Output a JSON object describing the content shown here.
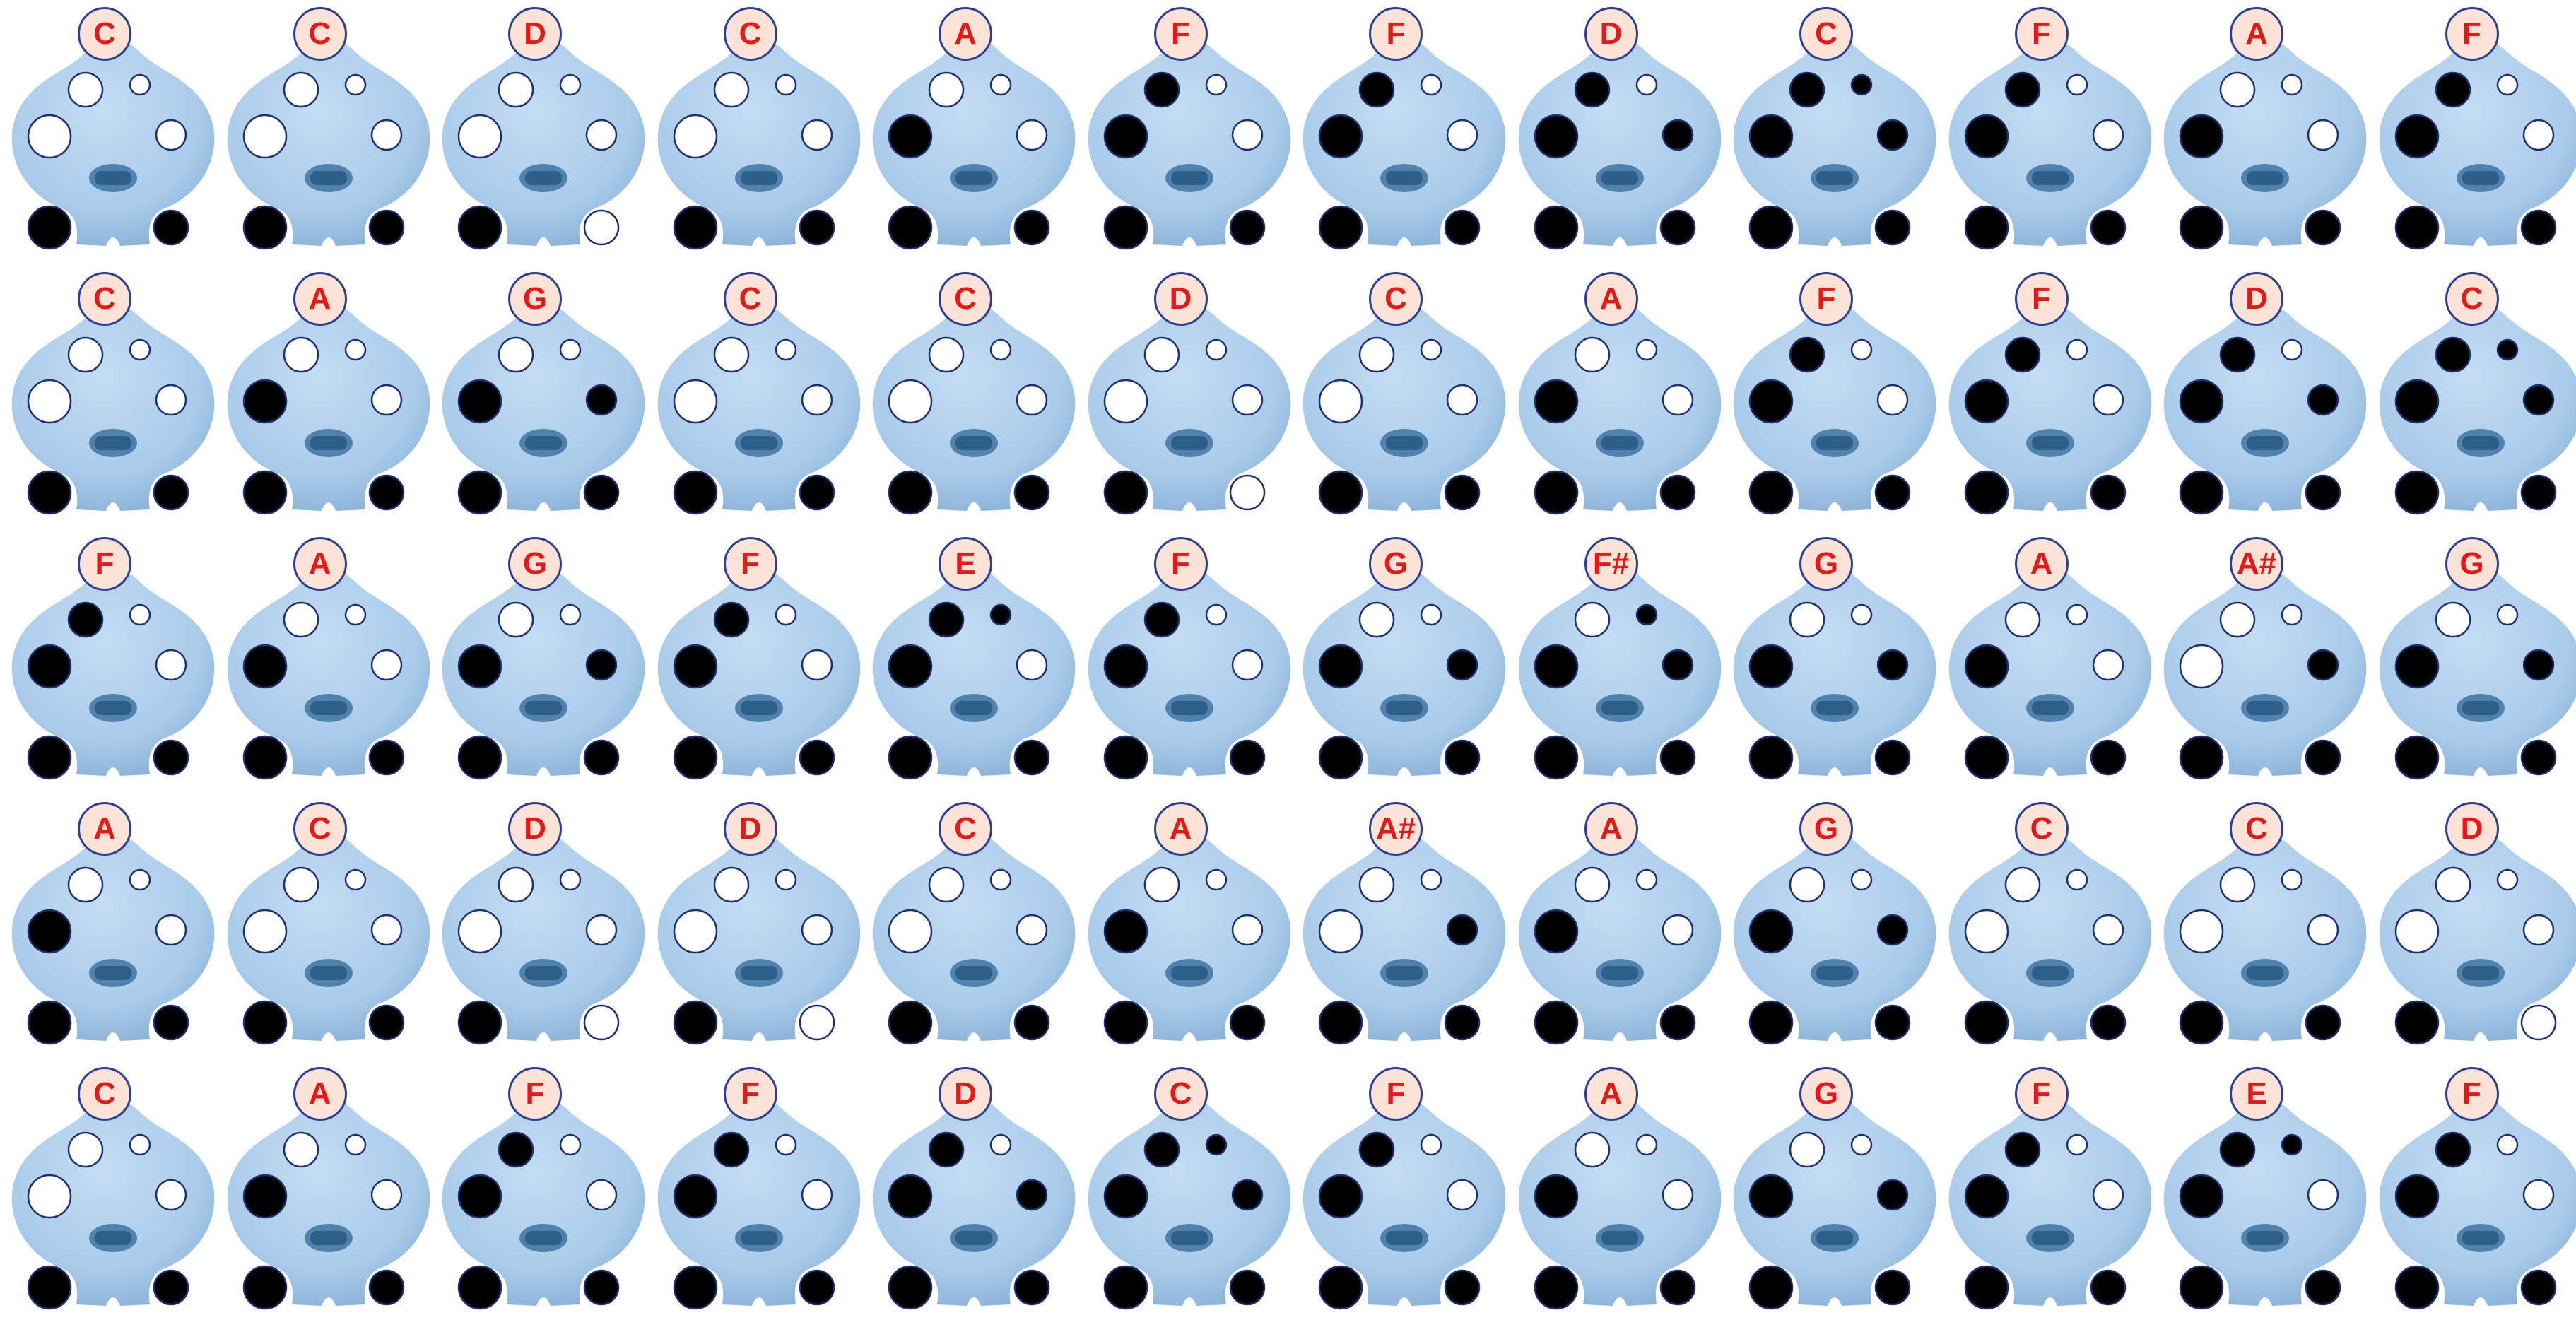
{
  "colors": {
    "body": "#a9cbe9",
    "body_shade": "#7fa9d2",
    "mouthpiece": "#2e5f88",
    "hole_closed": "#000000",
    "hole_open": "#ffffff",
    "hole_outline": "#1f2f6f",
    "label_fill": "#fbe3d6",
    "label_text": "#e81818"
  },
  "legend": {
    "hole_order": [
      "upper-left-large",
      "upper-right-small",
      "middle-left-large",
      "middle-right",
      "bottom-left-thumb",
      "bottom-right-thumb"
    ],
    "state_1": "closed",
    "state_0": "open"
  },
  "rows": [
    [
      {
        "note": "C",
        "holes": [
          0,
          0,
          0,
          0,
          1,
          1
        ]
      },
      {
        "note": "C",
        "holes": [
          0,
          0,
          0,
          0,
          1,
          1
        ]
      },
      {
        "note": "D",
        "holes": [
          0,
          0,
          0,
          0,
          1,
          0
        ]
      },
      {
        "note": "C",
        "holes": [
          0,
          0,
          0,
          0,
          1,
          1
        ]
      },
      {
        "note": "A",
        "holes": [
          0,
          0,
          1,
          0,
          1,
          1
        ]
      },
      {
        "note": "F",
        "holes": [
          1,
          0,
          1,
          0,
          1,
          1
        ]
      },
      {
        "note": "F",
        "holes": [
          1,
          0,
          1,
          0,
          1,
          1
        ]
      },
      {
        "note": "D",
        "holes": [
          1,
          0,
          1,
          1,
          1,
          1
        ]
      },
      {
        "note": "C",
        "holes": [
          1,
          1,
          1,
          1,
          1,
          1
        ]
      },
      {
        "note": "F",
        "holes": [
          1,
          0,
          1,
          0,
          1,
          1
        ]
      },
      {
        "note": "A",
        "holes": [
          0,
          0,
          1,
          0,
          1,
          1
        ]
      },
      {
        "note": "F",
        "holes": [
          1,
          0,
          1,
          0,
          1,
          1
        ]
      }
    ],
    [
      {
        "note": "C",
        "holes": [
          0,
          0,
          0,
          0,
          1,
          1
        ]
      },
      {
        "note": "A",
        "holes": [
          0,
          0,
          1,
          0,
          1,
          1
        ]
      },
      {
        "note": "G",
        "holes": [
          0,
          0,
          1,
          1,
          1,
          1
        ]
      },
      {
        "note": "C",
        "holes": [
          0,
          0,
          0,
          0,
          1,
          1
        ]
      },
      {
        "note": "C",
        "holes": [
          0,
          0,
          0,
          0,
          1,
          1
        ]
      },
      {
        "note": "D",
        "holes": [
          0,
          0,
          0,
          0,
          1,
          0
        ]
      },
      {
        "note": "C",
        "holes": [
          0,
          0,
          0,
          0,
          1,
          1
        ]
      },
      {
        "note": "A",
        "holes": [
          0,
          0,
          1,
          0,
          1,
          1
        ]
      },
      {
        "note": "F",
        "holes": [
          1,
          0,
          1,
          0,
          1,
          1
        ]
      },
      {
        "note": "F",
        "holes": [
          1,
          0,
          1,
          0,
          1,
          1
        ]
      },
      {
        "note": "D",
        "holes": [
          1,
          0,
          1,
          1,
          1,
          1
        ]
      },
      {
        "note": "C",
        "holes": [
          1,
          1,
          1,
          1,
          1,
          1
        ]
      }
    ],
    [
      {
        "note": "F",
        "holes": [
          1,
          0,
          1,
          0,
          1,
          1
        ]
      },
      {
        "note": "A",
        "holes": [
          0,
          0,
          1,
          0,
          1,
          1
        ]
      },
      {
        "note": "G",
        "holes": [
          0,
          0,
          1,
          1,
          1,
          1
        ]
      },
      {
        "note": "F",
        "holes": [
          1,
          0,
          1,
          0,
          1,
          1
        ]
      },
      {
        "note": "E",
        "holes": [
          1,
          1,
          1,
          0,
          1,
          1
        ]
      },
      {
        "note": "F",
        "holes": [
          1,
          0,
          1,
          0,
          1,
          1
        ]
      },
      {
        "note": "G",
        "holes": [
          0,
          0,
          1,
          1,
          1,
          1
        ]
      },
      {
        "note": "F#",
        "holes": [
          0,
          1,
          1,
          1,
          1,
          1
        ]
      },
      {
        "note": "G",
        "holes": [
          0,
          0,
          1,
          1,
          1,
          1
        ]
      },
      {
        "note": "A",
        "holes": [
          0,
          0,
          1,
          0,
          1,
          1
        ]
      },
      {
        "note": "A#",
        "holes": [
          0,
          0,
          0,
          1,
          1,
          1
        ]
      },
      {
        "note": "G",
        "holes": [
          0,
          0,
          1,
          1,
          1,
          1
        ]
      }
    ],
    [
      {
        "note": "A",
        "holes": [
          0,
          0,
          1,
          0,
          1,
          1
        ]
      },
      {
        "note": "C",
        "holes": [
          0,
          0,
          0,
          0,
          1,
          1
        ]
      },
      {
        "note": "D",
        "holes": [
          0,
          0,
          0,
          0,
          1,
          0
        ]
      },
      {
        "note": "D",
        "holes": [
          0,
          0,
          0,
          0,
          1,
          0
        ]
      },
      {
        "note": "C",
        "holes": [
          0,
          0,
          0,
          0,
          1,
          1
        ]
      },
      {
        "note": "A",
        "holes": [
          0,
          0,
          1,
          0,
          1,
          1
        ]
      },
      {
        "note": "A#",
        "holes": [
          0,
          0,
          0,
          1,
          1,
          1
        ]
      },
      {
        "note": "A",
        "holes": [
          0,
          0,
          1,
          0,
          1,
          1
        ]
      },
      {
        "note": "G",
        "holes": [
          0,
          0,
          1,
          1,
          1,
          1
        ]
      },
      {
        "note": "C",
        "holes": [
          0,
          0,
          0,
          0,
          1,
          1
        ]
      },
      {
        "note": "C",
        "holes": [
          0,
          0,
          0,
          0,
          1,
          1
        ]
      },
      {
        "note": "D",
        "holes": [
          0,
          0,
          0,
          0,
          1,
          0
        ]
      }
    ],
    [
      {
        "note": "C",
        "holes": [
          0,
          0,
          0,
          0,
          1,
          1
        ]
      },
      {
        "note": "A",
        "holes": [
          0,
          0,
          1,
          0,
          1,
          1
        ]
      },
      {
        "note": "F",
        "holes": [
          1,
          0,
          1,
          0,
          1,
          1
        ]
      },
      {
        "note": "F",
        "holes": [
          1,
          0,
          1,
          0,
          1,
          1
        ]
      },
      {
        "note": "D",
        "holes": [
          1,
          0,
          1,
          1,
          1,
          1
        ]
      },
      {
        "note": "C",
        "holes": [
          1,
          1,
          1,
          1,
          1,
          1
        ]
      },
      {
        "note": "F",
        "holes": [
          1,
          0,
          1,
          0,
          1,
          1
        ]
      },
      {
        "note": "A",
        "holes": [
          0,
          0,
          1,
          0,
          1,
          1
        ]
      },
      {
        "note": "G",
        "holes": [
          0,
          0,
          1,
          1,
          1,
          1
        ]
      },
      {
        "note": "F",
        "holes": [
          1,
          0,
          1,
          0,
          1,
          1
        ]
      },
      {
        "note": "E",
        "holes": [
          1,
          1,
          1,
          0,
          1,
          1
        ]
      },
      {
        "note": "F",
        "holes": [
          1,
          0,
          1,
          0,
          1,
          1
        ]
      }
    ]
  ]
}
